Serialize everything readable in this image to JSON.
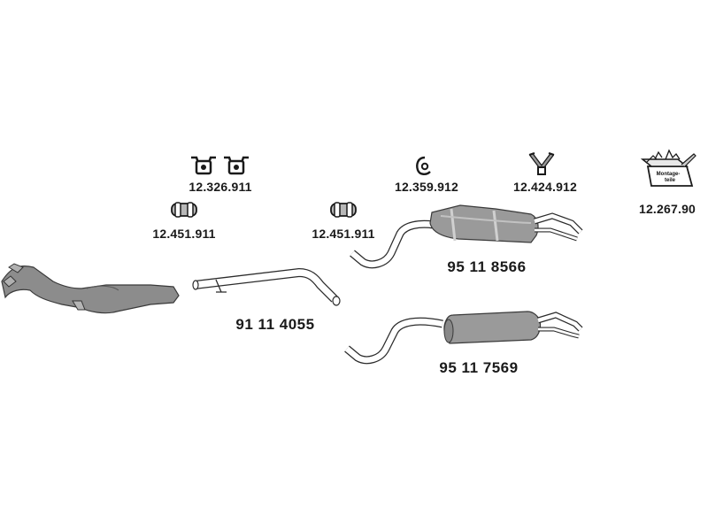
{
  "parts": {
    "clamp_pair_a": "12.326.911",
    "bracket_b": "12.359.912",
    "y_hanger": "12.424.912",
    "fitting_kit": "12.267.90",
    "clamp_left": "12.451.911",
    "clamp_mid": "12.451.911",
    "rear_silencer": "95 11 8566",
    "middle_pipe": "91 11 4055",
    "alt_rear_silencer": "95 11 7569"
  },
  "kit_box_text": [
    "Montage-",
    "teile"
  ],
  "colors": {
    "line": "#2b2b2b",
    "fill_dark": "#7d7d7d",
    "fill_mid": "#9a9a9a",
    "fill_light": "#c4c4c4"
  }
}
